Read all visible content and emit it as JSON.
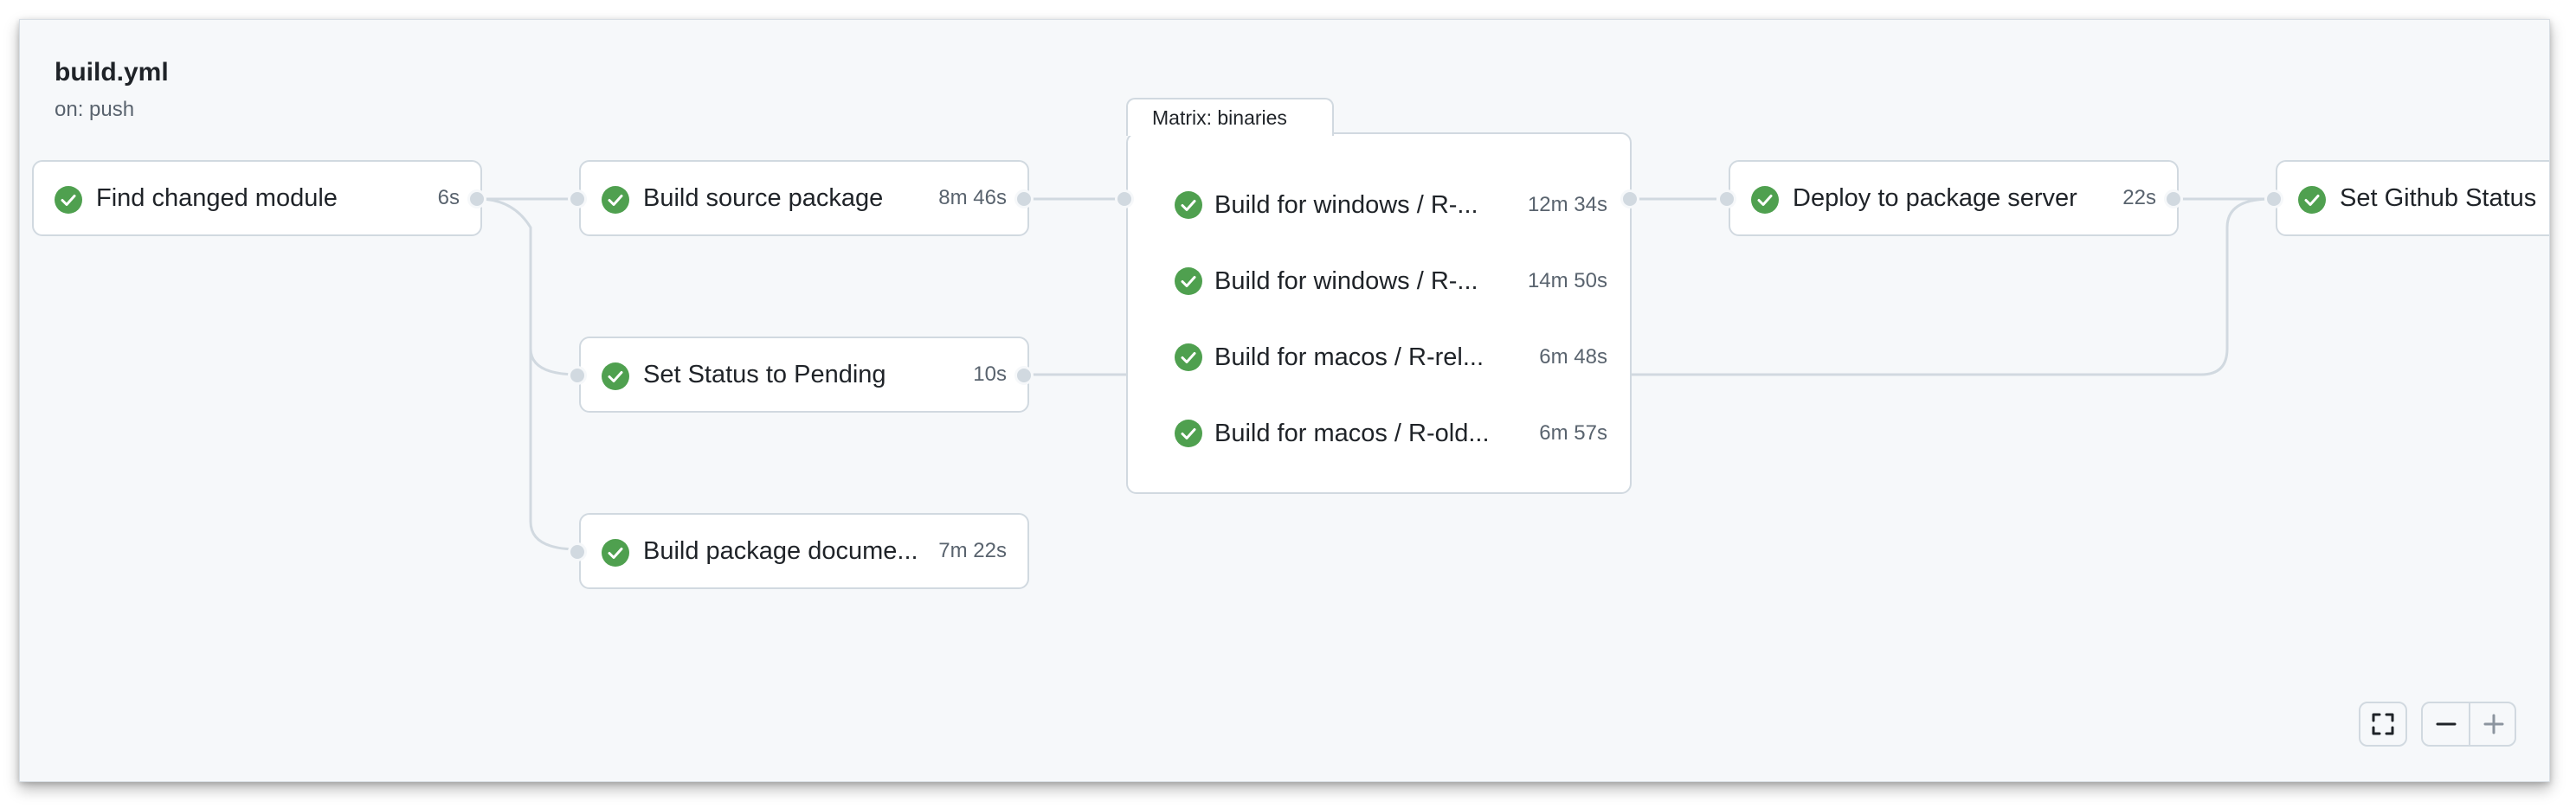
{
  "workflow": {
    "title": "build.yml",
    "trigger": "on: push"
  },
  "jobs": {
    "find_changed": {
      "name": "Find changed module",
      "duration": "6s",
      "status": "success"
    },
    "build_source": {
      "name": "Build source package",
      "duration": "8m 46s",
      "status": "success"
    },
    "set_pending": {
      "name": "Set Status to Pending",
      "duration": "10s",
      "status": "success"
    },
    "build_docs": {
      "name": "Build package docume...",
      "duration": "7m 22s",
      "status": "success"
    },
    "deploy": {
      "name": "Deploy to package server",
      "duration": "22s",
      "status": "success"
    },
    "github_status": {
      "name": "Set Github Status",
      "status": "success"
    }
  },
  "matrix": {
    "label": "Matrix: binaries",
    "items": [
      {
        "name": "Build for windows / R-...",
        "duration": "12m 34s",
        "status": "success"
      },
      {
        "name": "Build for windows / R-...",
        "duration": "14m 50s",
        "status": "success"
      },
      {
        "name": "Build for macos / R-rel...",
        "duration": "6m 48s",
        "status": "success"
      },
      {
        "name": "Build for macos / R-old...",
        "duration": "6m 57s",
        "status": "success"
      }
    ]
  },
  "controls": {
    "fullscreen_icon": "fullscreen-icon",
    "zoom_out_icon": "minus-icon",
    "zoom_in_icon": "plus-icon"
  },
  "colors": {
    "success": "#1a7f37",
    "check_fill": "#4fa04f",
    "border": "#d1d9e0",
    "background": "#f6f8fa"
  }
}
